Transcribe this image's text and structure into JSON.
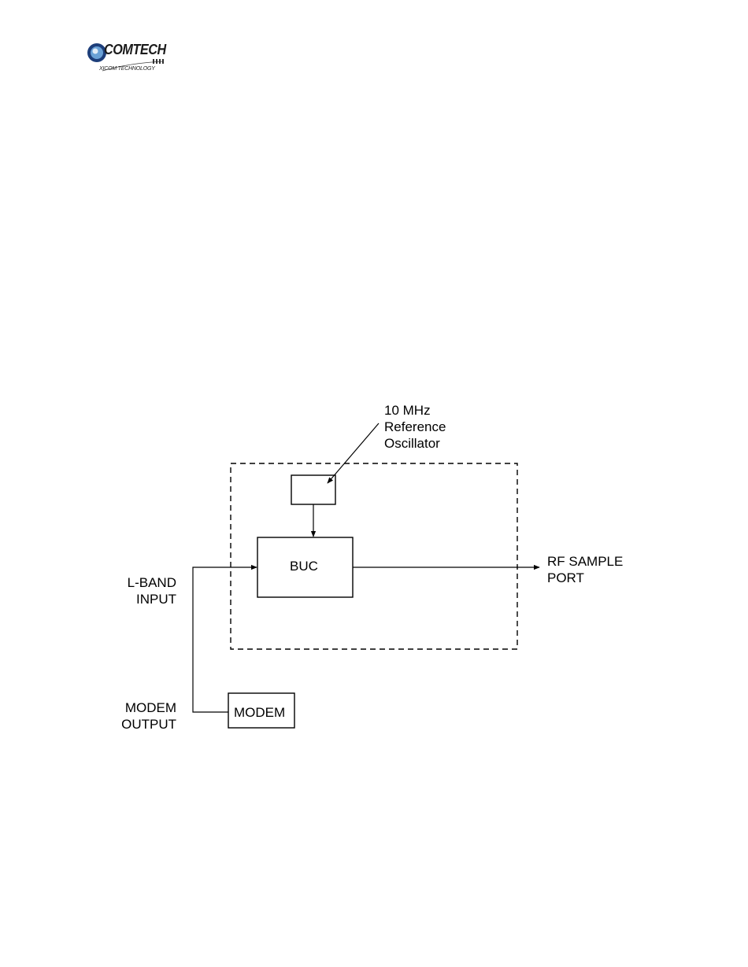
{
  "logo": {
    "main": "COMTECH",
    "sub": "XICOM TECHNOLOGY"
  },
  "diagram": {
    "ref_osc_label": [
      "10 MHz",
      "Reference",
      "Oscillator"
    ],
    "buc_label": "BUC",
    "rf_label": [
      "RF SAMPLE",
      "PORT"
    ],
    "lband_label": [
      "L-BAND",
      "INPUT"
    ],
    "modem_out_label": [
      "MODEM",
      "OUTPUT"
    ],
    "modem_label": "MODEM"
  }
}
